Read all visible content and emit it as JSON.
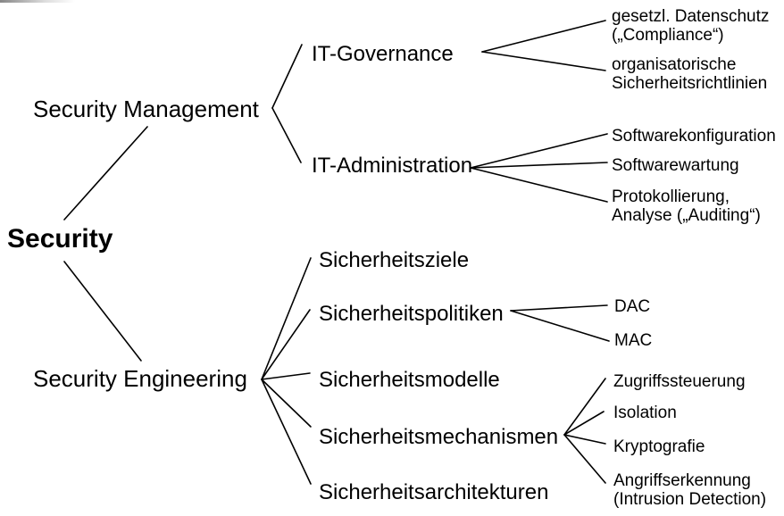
{
  "diagram": {
    "title_hint": "Security mind map",
    "line_color": "#000000",
    "background_color": "#ffffff",
    "root": {
      "label": "Security"
    },
    "branches": [
      {
        "label": "Security Management",
        "children": [
          {
            "label": "IT-Governance",
            "children": [
              {
                "label": "gesetzl. Datenschutz\n(„Compliance“)"
              },
              {
                "label": "organisatorische\nSicherheitsrichtlinien"
              }
            ]
          },
          {
            "label": "IT-Administration",
            "children": [
              {
                "label": "Softwarekonfiguration"
              },
              {
                "label": "Softwarewartung"
              },
              {
                "label": "Protokollierung,\nAnalyse („Auditing“)"
              }
            ]
          }
        ]
      },
      {
        "label": "Security Engineering",
        "children": [
          {
            "label": "Sicherheitsziele",
            "children": []
          },
          {
            "label": "Sicherheitspolitiken",
            "children": [
              {
                "label": "DAC"
              },
              {
                "label": "MAC"
              }
            ]
          },
          {
            "label": "Sicherheitsmodelle",
            "children": []
          },
          {
            "label": "Sicherheitsmechanismen",
            "children": [
              {
                "label": "Zugriffssteuerung"
              },
              {
                "label": "Isolation"
              },
              {
                "label": "Kryptografie"
              },
              {
                "label": "Angriffserkennung\n(Intrusion Detection)"
              }
            ]
          },
          {
            "label": "Sicherheitsarchitekturen",
            "children": []
          }
        ]
      }
    ]
  }
}
